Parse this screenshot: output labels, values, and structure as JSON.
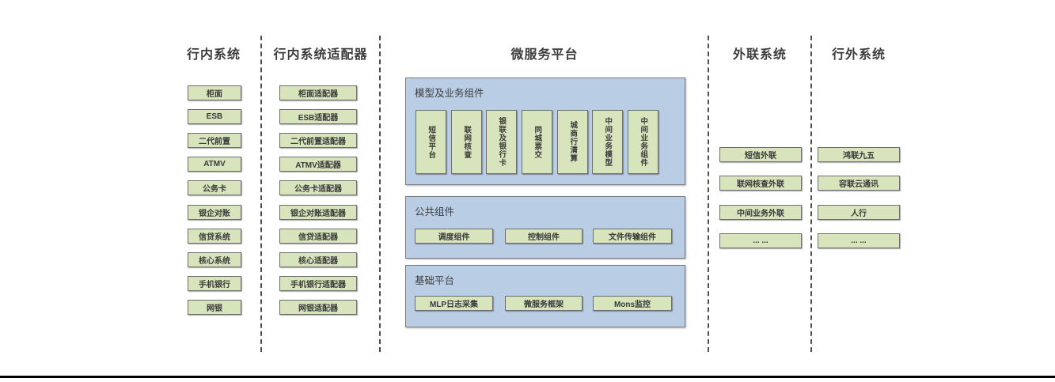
{
  "columns": {
    "internal": {
      "title": "行内系统",
      "items": [
        "柜面",
        "ESB",
        "二代前置",
        "ATMV",
        "公务卡",
        "银企对账",
        "信贷系统",
        "核心系统",
        "手机银行",
        "网银"
      ]
    },
    "adapters": {
      "title": "行内系统适配器",
      "items": [
        "柜面适配器",
        "ESB适配器",
        "二代前置适配器",
        "ATMV适配器",
        "公务卡适配器",
        "银企对账适配器",
        "信贷适配器",
        "核心适配器",
        "手机银行适配器",
        "网银适配器"
      ]
    },
    "platform": {
      "title": "微服务平台"
    },
    "external_link": {
      "title": "外联系统",
      "items": [
        "短信外联",
        "联网核查外联",
        "中间业务外联",
        "... ..."
      ]
    },
    "external": {
      "title": "行外系统",
      "items": [
        "鸿联九五",
        "容联云通讯",
        "人行",
        "... ..."
      ]
    }
  },
  "platform": {
    "model_group": {
      "label": "模型及业务组件",
      "items": [
        "短信平台",
        "联网核查",
        "银联及银行卡",
        "同城票交",
        "城商行清算",
        "中间业务模型",
        "中间业务组件"
      ]
    },
    "common_group": {
      "label": "公共组件",
      "items": [
        "调度组件",
        "控制组件",
        "文件传输组件"
      ]
    },
    "base_group": {
      "label": "基础平台",
      "items": [
        "MLP日志采集",
        "微服务框架",
        "Mons监控"
      ]
    }
  },
  "colors": {
    "panel_blue": "#b9cde4",
    "box_green": "#d8e4bc",
    "border_gray": "#6e6e6e",
    "text_dark": "#3d3d3d",
    "bottom_rule": "#000000"
  }
}
